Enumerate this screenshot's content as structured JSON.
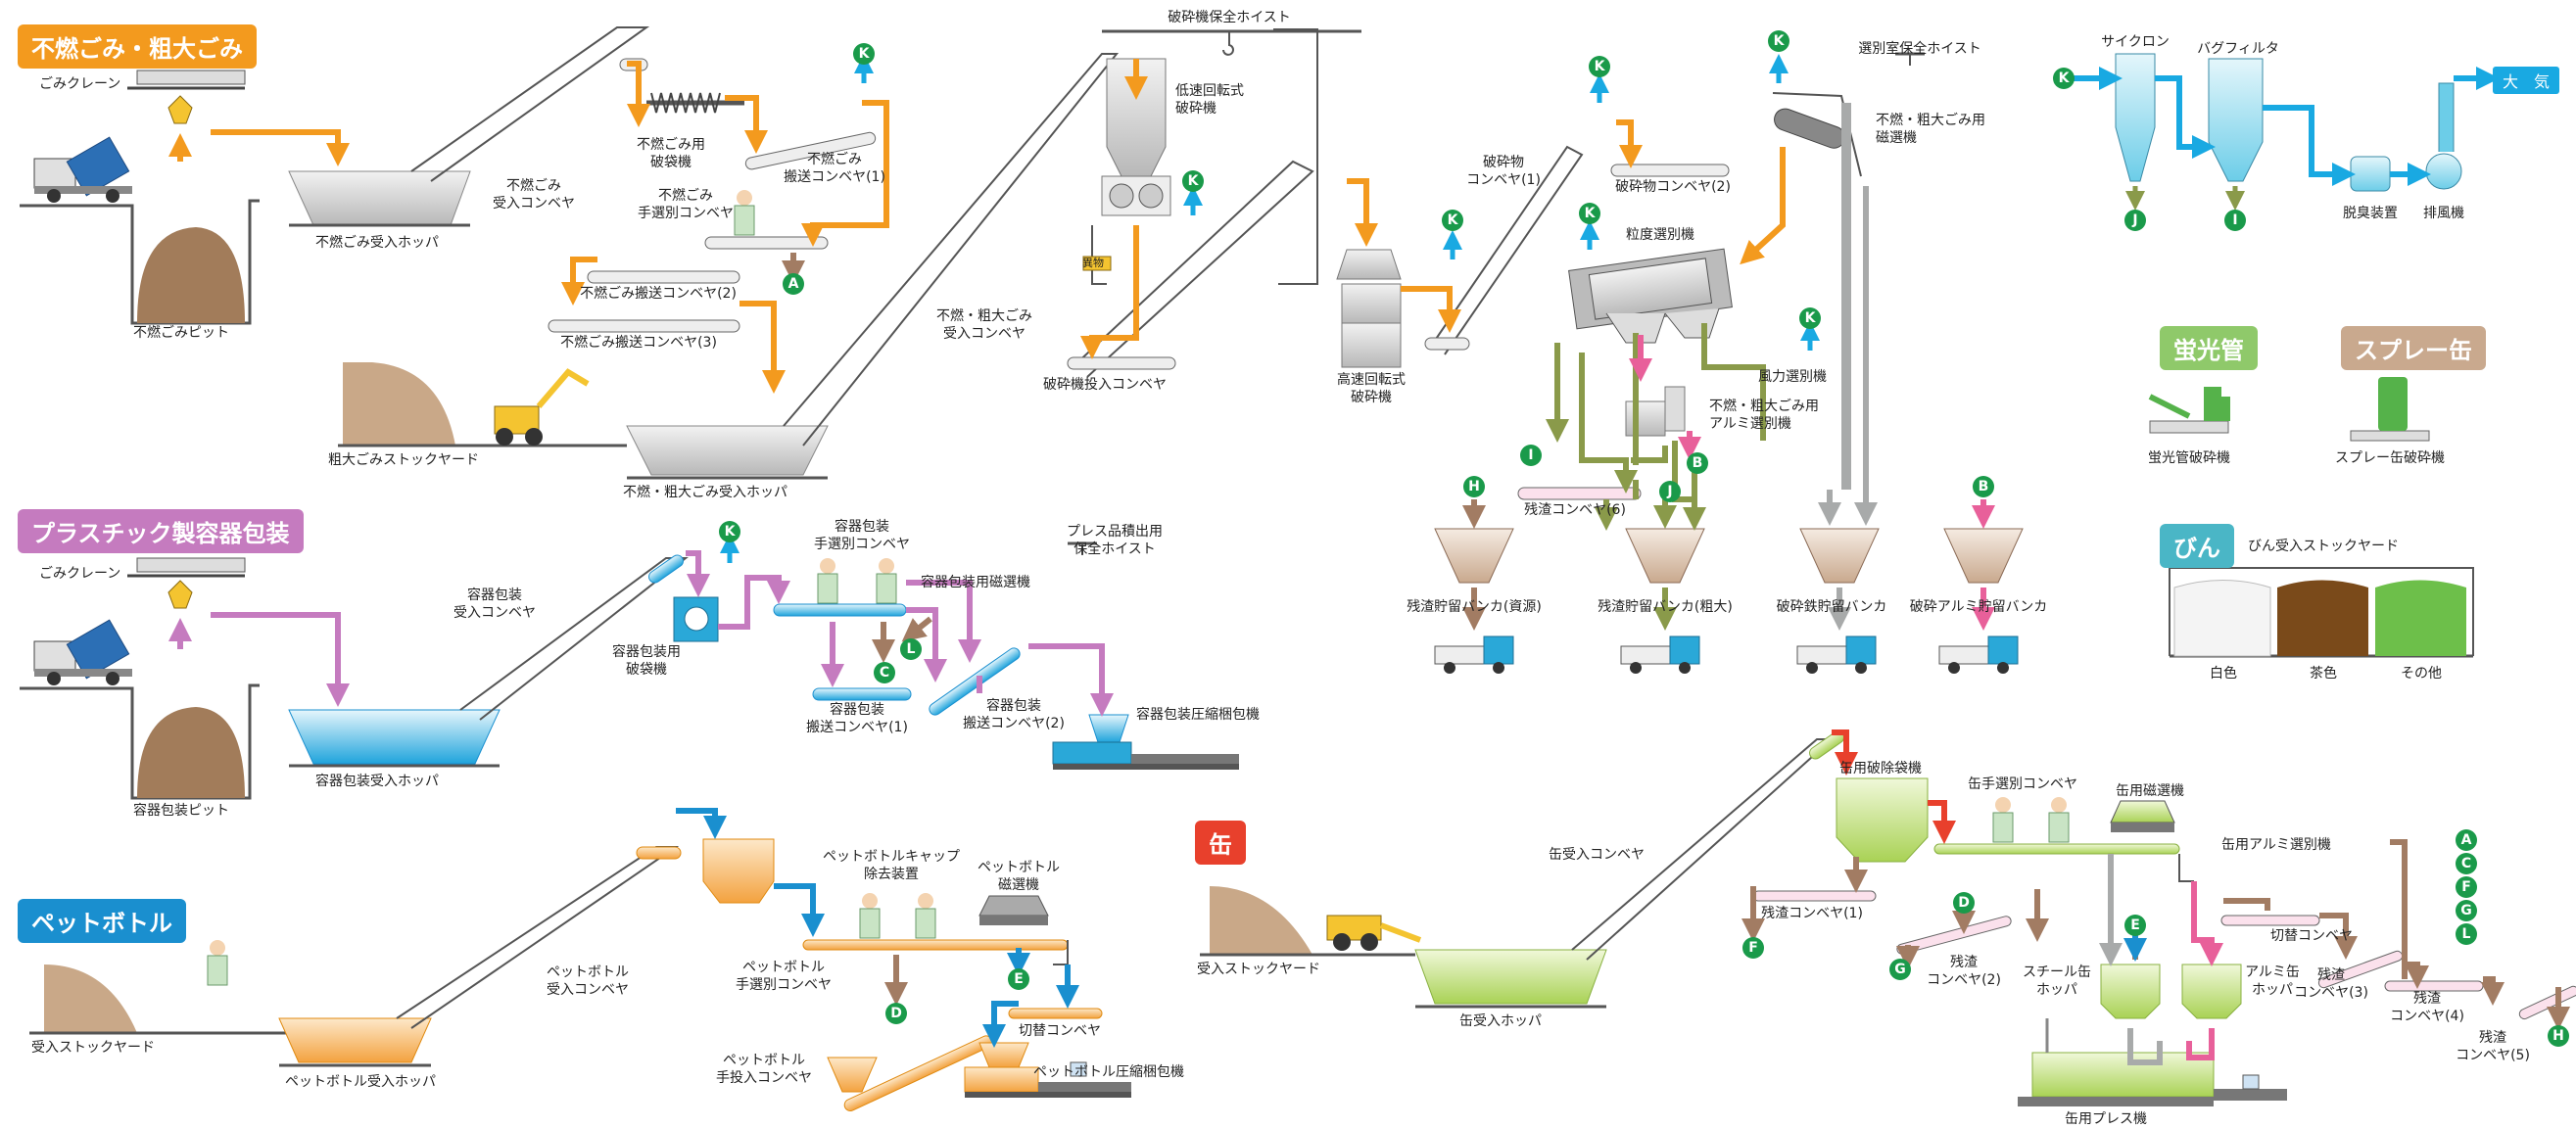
{
  "colors": {
    "orange": "#f39a1e",
    "purple": "#c57bbf",
    "blue": "#1a8fcf",
    "cyan": "#19a9e2",
    "red": "#e8402c",
    "pink": "#e8609a",
    "olive": "#8a9a4a",
    "brown": "#a27c63",
    "grey": "#a8aaaa",
    "green": "#1a9a4a",
    "lightgreen": "#8fc96a",
    "tan": "#c9a98e",
    "teal": "#4ab6c6"
  },
  "sections": {
    "funen": "不燃ごみ・粗大ごみ",
    "plastic": "プラスチック製容器包装",
    "pet": "ペットボトル",
    "kan": "缶",
    "keikou": "蛍光管",
    "spray": "スプレー缶",
    "bin": "びん"
  },
  "labels": {
    "crane1": "ごみクレーン",
    "pit1": "不燃ごみピット",
    "hopper1": "不燃ごみ受入ホッパ",
    "conv_in1": "不燃ごみ\n受入コンベヤ",
    "hasou1": "不燃ごみ用\n破袋機",
    "hansou1": "不燃ごみ\n搬送コンベヤ(1)",
    "tesenbetsu1": "不燃ごみ\n手選別コンベヤ",
    "hansou2": "不燃ごみ搬送コンベヤ(2)",
    "hansou3": "不燃ごみ搬送コンベヤ(3)",
    "sodai_yard": "粗大ごみストックヤード",
    "funen_sodai_hopper": "不燃・粗大ごみ受入ホッパ",
    "funen_sodai_conv": "不燃・粗大ごみ\n受入コンベヤ",
    "hoist1": "破砕機保全ホイスト",
    "teisoku": "低速回転式\n破砕機",
    "ibutsu": "異物",
    "hasaiki_in": "破砕機投入コンベヤ",
    "kousoku": "高速回転式\n破砕機",
    "hasaibutsu1": "破砕物\nコンベヤ(1)",
    "hasaibutsu2": "破砕物コンベヤ(2)",
    "ryudo": "粒度選別機",
    "hoist2": "選別室保全ホイスト",
    "jisen1": "不燃・粗大ごみ用\n磁選機",
    "fuuryoku": "風力選別機",
    "alumi1": "不燃・粗大ごみ用\nアルミ選別機",
    "zansa6": "残渣コンベヤ(6)",
    "bunker1": "残渣貯留バンカ(資源)",
    "bunker2": "残渣貯留バンカ(粗大)",
    "bunker3": "破砕鉄貯留バンカ",
    "bunker4": "破砕アルミ貯留バンカ",
    "cyclone": "サイクロン",
    "bagfilter": "バグフィルタ",
    "taiki": "大　気",
    "dasshu": "脱臭装置",
    "haifu": "排風機",
    "keikou_hasai": "蛍光管破砕機",
    "spray_hasai": "スプレー缶破砕機",
    "bin_yard": "びん受入ストックヤード",
    "bin_white": "白色",
    "bin_brown": "茶色",
    "bin_other": "その他",
    "crane2": "ごみクレーン",
    "pit2": "容器包装ピット",
    "hopper2": "容器包装受入ホッパ",
    "conv_in2": "容器包装\n受入コンベヤ",
    "hasou2": "容器包装用\n破袋機",
    "te2": "容器包装\n手選別コンベヤ",
    "jisen2": "容器包装用磁選機",
    "hansou_y1": "容器包装\n搬送コンベヤ(1)",
    "hansou_y2": "容器包装\n搬送コンベヤ(2)",
    "press_hoist": "プレス品積出用\n保全ホイスト",
    "press_y": "容器包装圧縮梱包機",
    "pet_yard": "受入ストックヤード",
    "pet_hopper": "ペットボトル受入ホッパ",
    "pet_conv": "ペットボトル\n受入コンベヤ",
    "pet_cap": "ペットボトルキャップ\n除去装置",
    "pet_jisen": "ペットボトル\n磁選機",
    "pet_te": "ペットボトル\n手選別コンベヤ",
    "kirikae1": "切替コンベヤ",
    "pet_tenyu": "ペットボトル\n手投入コンベヤ",
    "pet_press": "ペットボトル圧縮梱包機",
    "kan_yard": "受入ストックヤード",
    "kan_hopper": "缶受入ホッパ",
    "kan_conv": "缶受入コンベヤ",
    "kan_hasou": "缶用破除袋機",
    "kan_te": "缶手選別コンベヤ",
    "kan_jisen": "缶用磁選機",
    "kan_alumi": "缶用アルミ選別機",
    "zansa1": "残渣コンベヤ(1)",
    "zansa2": "残渣\nコンベヤ(2)",
    "steel": "スチール缶\nホッパ",
    "alumi_hop": "アルミ缶\nホッパ",
    "kirikae2": "切替コンベヤ",
    "zansa3": "残渣\nコンベヤ(3)",
    "zansa4": "残渣\nコンベヤ(4)",
    "zansa5": "残渣\nコンベヤ(5)",
    "kan_press": "缶用プレス機"
  },
  "markers": {
    "A": "A",
    "B": "B",
    "C": "C",
    "D": "D",
    "E": "E",
    "F": "F",
    "G": "G",
    "H": "H",
    "I": "I",
    "J": "J",
    "K": "K",
    "L": "L"
  }
}
